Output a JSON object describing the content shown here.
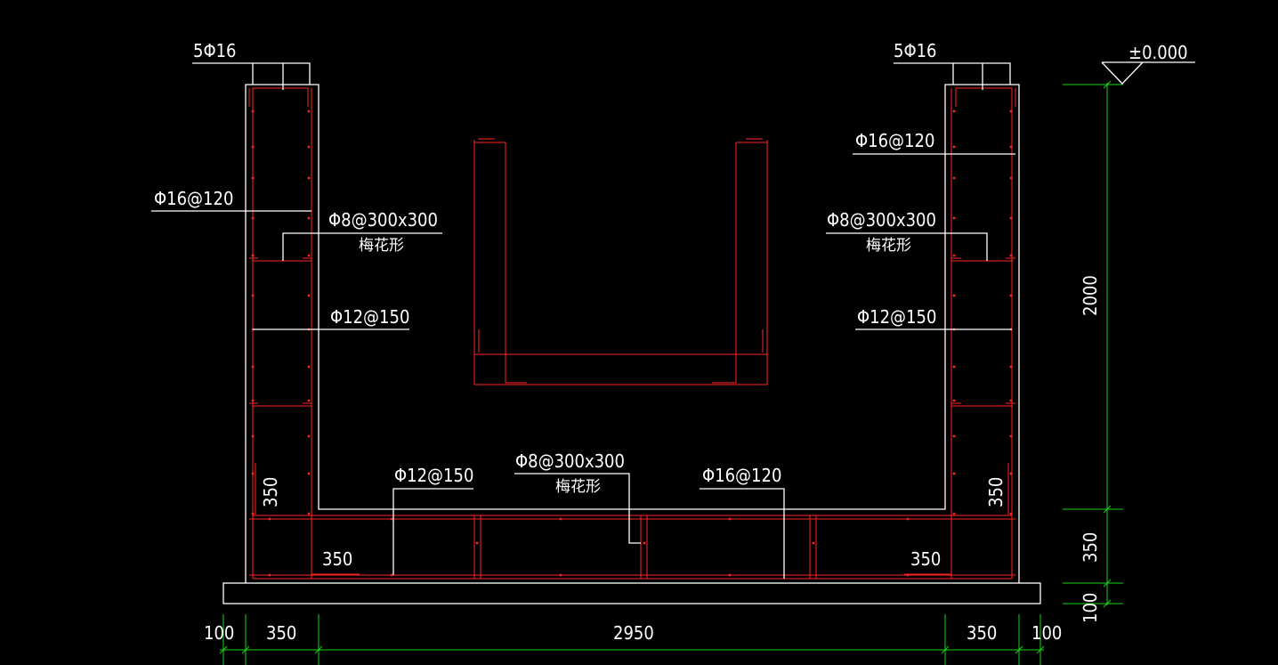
{
  "elevation": "±0.000",
  "labels": {
    "top_bars_left": "5Φ16",
    "top_bars_right": "5Φ16",
    "wall_vertical_left": "Φ16@120",
    "wall_vertical_right": "Φ16@120",
    "tie_left": "Φ8@300x300",
    "tie_left_pattern": "梅花形",
    "tie_right": "Φ8@300x300",
    "tie_right_pattern": "梅花形",
    "wall_horizontal_left": "Φ12@150",
    "wall_horizontal_right": "Φ12@150",
    "base_top_bars": "Φ12@150",
    "base_tie": "Φ8@300x300",
    "base_tie_pattern": "梅花形",
    "base_bottom_bars": "Φ16@120",
    "haunch_left_v": "350",
    "haunch_left_h": "350",
    "haunch_right_v": "350",
    "haunch_right_h": "350"
  },
  "dimensions": {
    "bottom": [
      "100",
      "350",
      "2950",
      "350",
      "100"
    ],
    "right": [
      "2000",
      "350",
      "100"
    ]
  },
  "colors": {
    "concrete_outline": "#ffffff",
    "rebar": "#ff2424",
    "dimension": "#16d416",
    "background": "#000000"
  }
}
